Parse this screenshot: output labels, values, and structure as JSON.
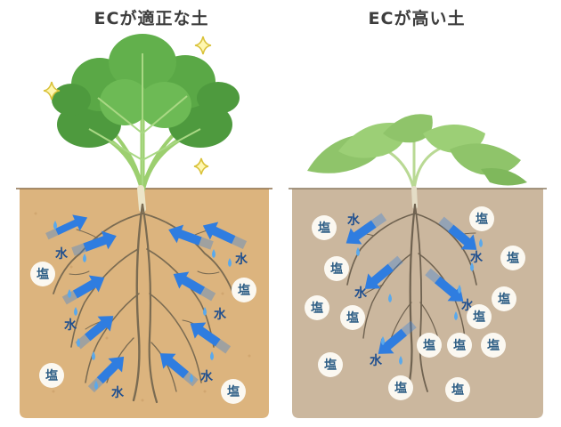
{
  "panels": {
    "left": {
      "title": "ECが適正な土"
    },
    "right": {
      "title": "ECが高い土"
    }
  },
  "labels": {
    "salt": "塩",
    "water": "水"
  },
  "colors": {
    "soil_left": "#dcb47e",
    "soil_right": "#cbb79e",
    "leaf_dark": "#4e9a3e",
    "leaf_light": "#7cc35a",
    "wilted_leaf": "#8fc46a",
    "root": "#7a6b52",
    "arrow": "#2f7de0",
    "drop": "#5aa9ec",
    "salt_badge": "#fbf8f1"
  }
}
